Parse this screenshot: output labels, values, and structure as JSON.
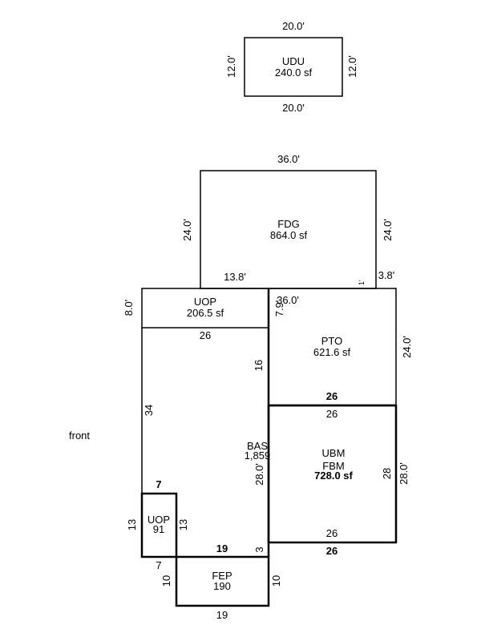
{
  "areas": {
    "udu": {
      "code": "UDU",
      "area": "240.0 sf",
      "top": "20.0'",
      "bottom": "20.0'",
      "left": "12.0'",
      "right": "12.0'"
    },
    "fdg": {
      "code": "FDG",
      "area": "864.0 sf",
      "top": "36.0'",
      "left": "24.0'",
      "right": "24.0'",
      "bottom_left": "13.8'",
      "bottom_right": "3.8'",
      "marker": "1'"
    },
    "uop_top": {
      "code": "UOP",
      "area": "206.5 sf",
      "left": "8.0'",
      "bottom": "26"
    },
    "pto": {
      "code": "PTO",
      "area": "621.6 sf",
      "top": "36.0'",
      "left_top": "7.9'",
      "right": "24.0'",
      "left": "16",
      "bottom_outer": "26",
      "bottom_inner": "26"
    },
    "bas": {
      "code": "BAS",
      "area": "1,859",
      "left": "34",
      "right": "28.0'",
      "notch_top": "7",
      "notch_bottom": "19",
      "notch_right": "3"
    },
    "ubm": {
      "code": "UBM",
      "code2": "FBM",
      "area": "728.0 sf",
      "top": "26",
      "right_inner": "28",
      "right_outer": "28.0'",
      "bottom_inner": "26",
      "bottom_outer": "26"
    },
    "uop_small": {
      "code": "UOP",
      "area": "91",
      "left": "13",
      "right": "13",
      "bottom": "7"
    },
    "fep": {
      "code": "FEP",
      "area": "190",
      "left": "10",
      "right": "10",
      "bottom": "19"
    }
  },
  "front_label": "front"
}
